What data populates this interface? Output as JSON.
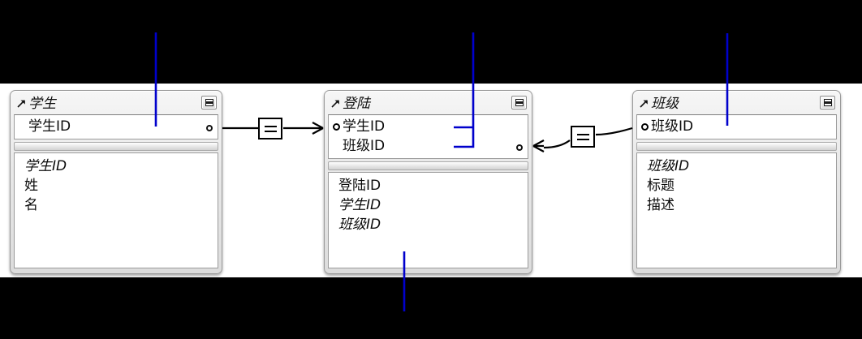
{
  "diagram": {
    "canvas_color": "#ffffff",
    "backdrop_color": "#000000",
    "annotation_color": "#0000cc"
  },
  "tables": [
    {
      "id": "student",
      "title": "学生",
      "title_icon": "diagonal-arrow-icon",
      "window_icon": "window-list-icon",
      "key_fields": [
        {
          "label": "学生ID",
          "primary": false
        }
      ],
      "fields": [
        {
          "label": "学生ID",
          "italic": true
        },
        {
          "label": "姓",
          "italic": false
        },
        {
          "label": "名",
          "italic": false
        }
      ]
    },
    {
      "id": "login",
      "title": "登陆",
      "title_icon": "diagonal-arrow-icon",
      "window_icon": "window-list-icon",
      "key_fields": [
        {
          "label": "学生ID",
          "primary": true
        },
        {
          "label": "班级ID",
          "primary": false
        }
      ],
      "fields": [
        {
          "label": "登陆ID",
          "italic": false
        },
        {
          "label": "学生ID",
          "italic": true
        },
        {
          "label": "班级ID",
          "italic": true
        }
      ]
    },
    {
      "id": "class",
      "title": "班级",
      "title_icon": "diagonal-arrow-icon",
      "window_icon": "window-list-icon",
      "key_fields": [
        {
          "label": "班级ID",
          "primary": true
        }
      ],
      "fields": [
        {
          "label": "班级ID",
          "italic": true
        },
        {
          "label": "标题",
          "italic": false
        },
        {
          "label": "描述",
          "italic": false
        }
      ]
    }
  ],
  "relationships": [
    {
      "id": "student-login",
      "operator": "=",
      "from": "student",
      "to": "login",
      "to_cardinality": "many"
    },
    {
      "id": "login-class",
      "operator": "=",
      "from": "login",
      "to": "class",
      "from_cardinality": "many"
    }
  ],
  "annotations": [
    {
      "id": "annotation-left",
      "shape": "vertical-line"
    },
    {
      "id": "annotation-middle",
      "shape": "bracket-line"
    },
    {
      "id": "annotation-right",
      "shape": "vertical-line"
    },
    {
      "id": "annotation-bottom",
      "shape": "vertical-line"
    }
  ]
}
